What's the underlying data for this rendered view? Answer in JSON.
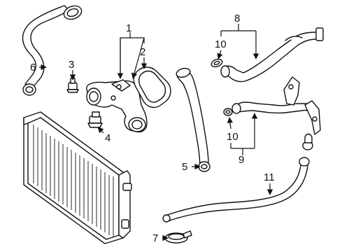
{
  "callouts": [
    {
      "id": "1",
      "label": "1"
    },
    {
      "id": "2",
      "label": "2"
    },
    {
      "id": "3",
      "label": "3"
    },
    {
      "id": "4",
      "label": "4"
    },
    {
      "id": "5",
      "label": "5"
    },
    {
      "id": "6",
      "label": "6"
    },
    {
      "id": "7",
      "label": "7"
    },
    {
      "id": "8",
      "label": "8"
    },
    {
      "id": "9",
      "label": "9"
    },
    {
      "id": "10a",
      "label": "10"
    },
    {
      "id": "10b",
      "label": "10"
    },
    {
      "id": "11",
      "label": "11"
    }
  ],
  "colors": {
    "line": "#111111",
    "background": "#ffffff"
  }
}
